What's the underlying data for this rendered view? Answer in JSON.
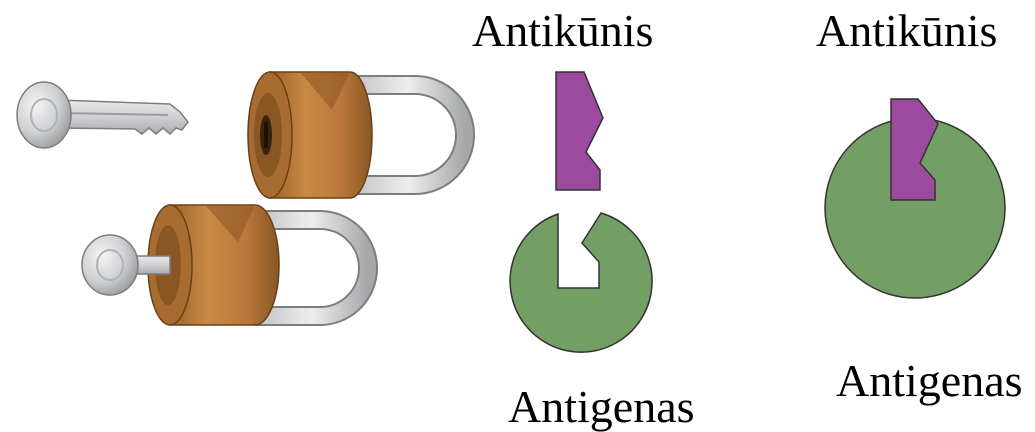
{
  "labels": {
    "antibody_left": "Antikūnis",
    "antibody_right": "Antikūnis",
    "antigen_left": "Antigenas",
    "antigen_right": "Antigenas"
  },
  "colors": {
    "antibody": "#9b4a9e",
    "antigen": "#739f65",
    "lock_body": "#c07d3a",
    "lock_body_dark": "#8a5623",
    "shackle": "#d6d6d8",
    "key": "#cfd0d2",
    "outline": "#333333"
  },
  "icons": [
    "key-icon",
    "padlock-icon",
    "padlock-with-key-icon"
  ]
}
